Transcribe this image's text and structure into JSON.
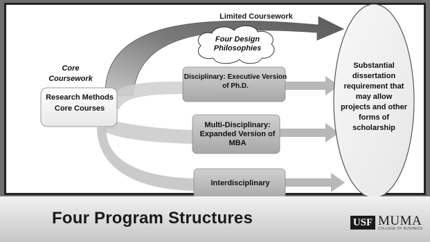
{
  "diagram": {
    "limited_coursework": "Limited Coursework",
    "design_philosophies": "Four Design Philosophies",
    "core_coursework": "Core Coursework",
    "core_box": "Research Methods Core Courses",
    "disciplinary_box": "Disciplinary: Executive Version of Ph.D.",
    "multi_box": "Multi-Disciplinary: Expanded Version of MBA",
    "inter_box": "Interdisciplinary",
    "oval_text": "Substantial dissertation requirement that may allow projects and other forms of scholarship"
  },
  "footer": {
    "title": "Four Program Structures",
    "logo_usf": "USF",
    "logo_muma": "MUMA",
    "logo_sub": "COLLEGE OF BUSINESS"
  }
}
